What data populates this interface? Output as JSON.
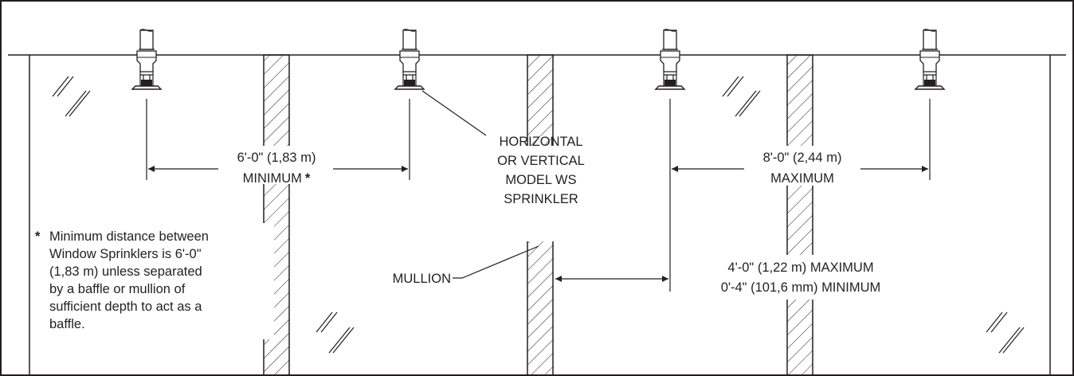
{
  "labels": {
    "min_spacing_line1": "6'-0\" (1,83 m)",
    "min_spacing_line2": "MINIMUM",
    "asterisk": "*",
    "max_spacing_line1": "8'-0\" (2,44 m)",
    "max_spacing_line2": "MAXIMUM",
    "sprinkler_line1": "HORIZONTAL",
    "sprinkler_line2": "OR VERTICAL",
    "sprinkler_line3": "MODEL WS",
    "sprinkler_line4": "SPRINKLER",
    "mullion": "MULLION",
    "mullion_dist_line1": "4'-0\" (1,22 m) MAXIMUM",
    "mullion_dist_line2": "0'-4\" (101,6 mm) MINIMUM"
  },
  "footnote": {
    "marker": "*",
    "lines": [
      "Minimum distance between",
      "Window Sprinklers is 6'-0\"",
      "(1,83 m) unless separated",
      "by a baffle or mullion of",
      "sufficient depth to act as a",
      "baffle."
    ]
  },
  "colors": {
    "ink": "#231f20",
    "background": "#ffffff"
  }
}
